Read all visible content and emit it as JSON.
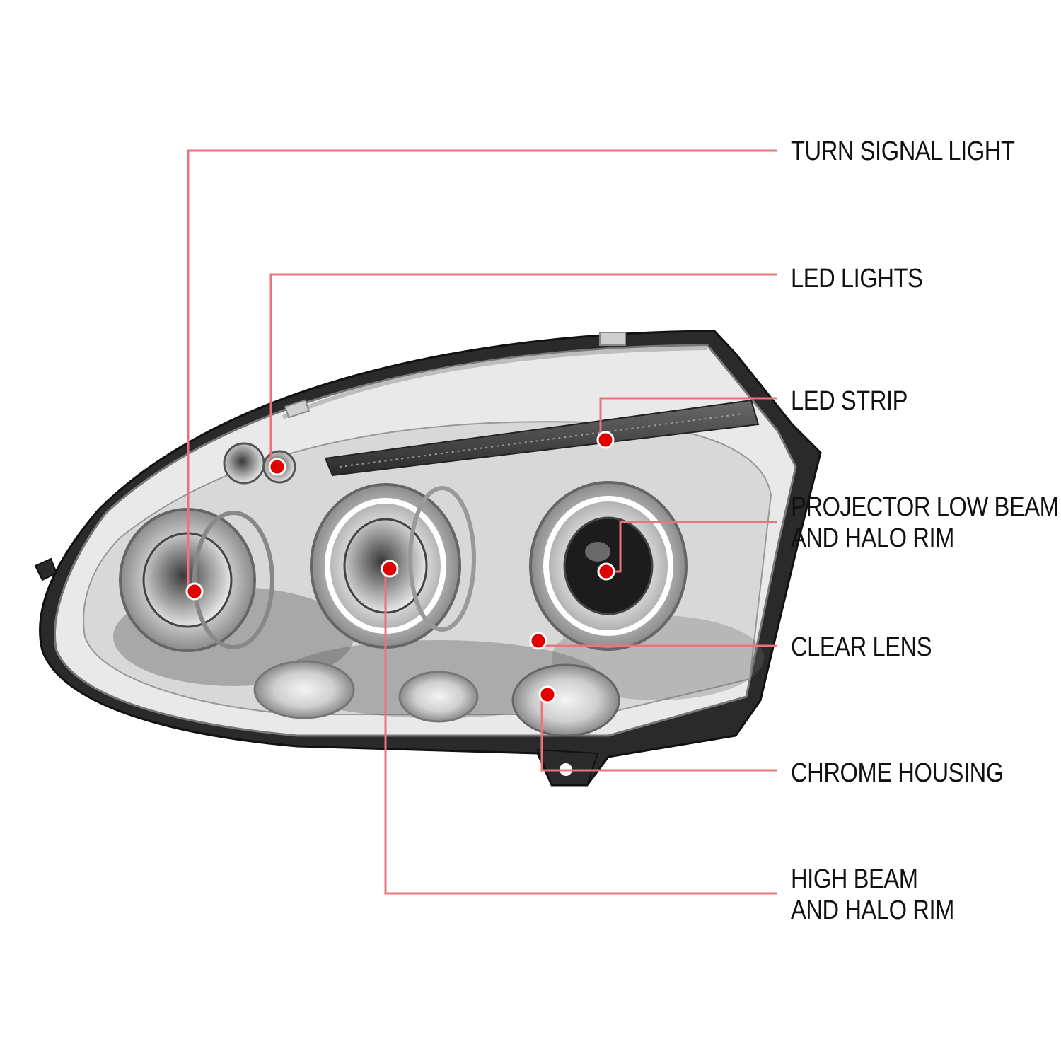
{
  "colors": {
    "leader_line": "#e8747c",
    "dot": "#e00000",
    "label_text": "#111111"
  },
  "callouts": [
    {
      "id": "turn-signal-light",
      "lines": [
        "TURN SIGNAL LIGHT"
      ]
    },
    {
      "id": "led-lights",
      "lines": [
        "LED LIGHTS"
      ]
    },
    {
      "id": "led-strip",
      "lines": [
        "LED STRIP"
      ]
    },
    {
      "id": "projector-low-beam",
      "lines": [
        "PROJECTOR LOW BEAM",
        "AND HALO RIM"
      ]
    },
    {
      "id": "clear-lens",
      "lines": [
        "CLEAR LENS"
      ]
    },
    {
      "id": "chrome-housing",
      "lines": [
        "CHROME HOUSING"
      ]
    },
    {
      "id": "high-beam",
      "lines": [
        "HIGH BEAM",
        "AND HALO RIM"
      ]
    }
  ]
}
